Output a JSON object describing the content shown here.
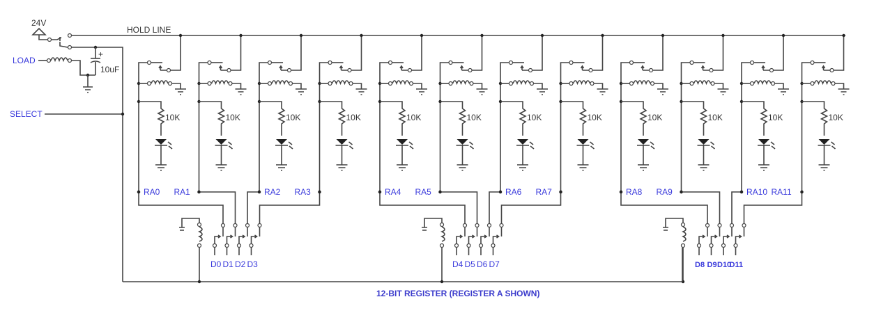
{
  "diagram": {
    "title": "12-BIT REGISTER   (REGISTER A SHOWN)",
    "supply_label": "24V",
    "hold_line_label": "HOLD LINE",
    "load_label": "LOAD",
    "select_label": "SELECT",
    "capacitor_label": "10uF",
    "resistor_label": "10K",
    "colors": {
      "wire": "#444444",
      "signal_label": "#3b3bdc"
    },
    "bits": [
      {
        "output": "RA0",
        "data": "D0"
      },
      {
        "output": "RA1",
        "data": "D1"
      },
      {
        "output": "RA2",
        "data": "D2"
      },
      {
        "output": "RA3",
        "data": "D3"
      },
      {
        "output": "RA4",
        "data": "D4"
      },
      {
        "output": "RA5",
        "data": "D5"
      },
      {
        "output": "RA6",
        "data": "D6"
      },
      {
        "output": "RA7",
        "data": "D7"
      },
      {
        "output": "RA8",
        "data": "D8"
      },
      {
        "output": "RA9",
        "data": "D9"
      },
      {
        "output": "RA10",
        "data": "D10"
      },
      {
        "output": "RA11",
        "data": "D11"
      }
    ]
  }
}
